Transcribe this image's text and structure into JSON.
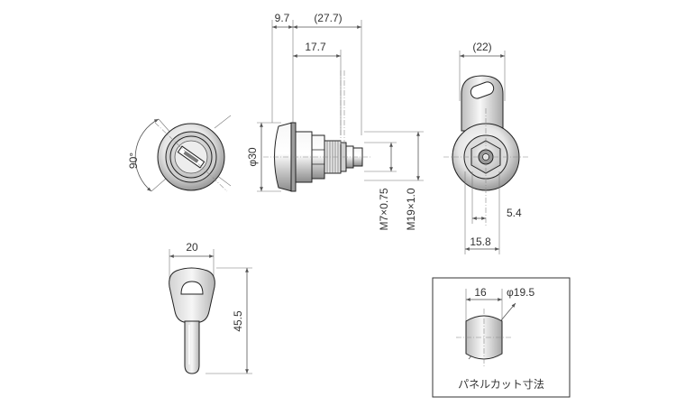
{
  "dimensions": {
    "front_angle": "90°",
    "side_flange_thickness": "9.7",
    "side_total_length": "(27.7)",
    "side_shaft_length": "17.7",
    "side_flange_diameter": "φ30",
    "side_thread_small": "M7×0.75",
    "side_thread_large": "M19×1.0",
    "rear_cam_width": "(22)",
    "rear_cam_offset": "5.4",
    "rear_cam_span": "15.8",
    "key_width": "20",
    "key_length": "45.5",
    "panel_flat_width": "16",
    "panel_hole_diameter": "φ19.5"
  },
  "panel_cutout": {
    "label": "パネルカット寸法"
  },
  "colors": {
    "metal_light": "#f2f2f2",
    "metal_mid": "#c9c9c9",
    "metal_dark": "#8a8a8a",
    "line": "#222222",
    "dimension": "#555555"
  }
}
